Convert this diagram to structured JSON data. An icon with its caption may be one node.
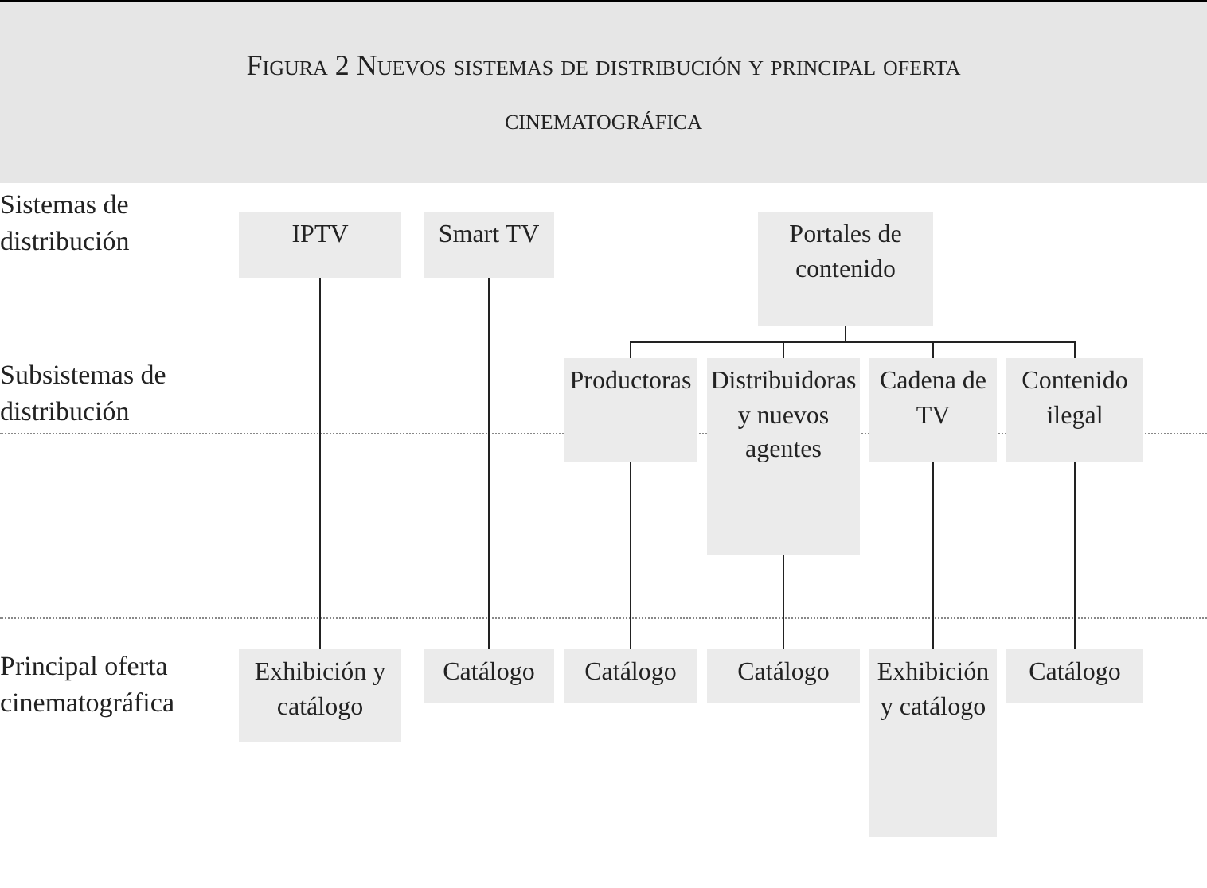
{
  "diagram": {
    "title": "Figura 2 Nuevos sistemas de distribución y principal oferta cinematográfica",
    "nodes": [
      {
        "text": [
          "IPTV"
        ]
      },
      {
        "text": [
          "Smart TV"
        ]
      },
      {
        "text": [
          "Portales de contenido"
        ]
      },
      {
        "text": [
          "Productoras"
        ]
      },
      {
        "text": [
          "Distribuidoras y nuevos agentes"
        ]
      },
      {
        "text": [
          "Cadena de TV"
        ]
      },
      {
        "text": [
          "Contenido ilegal"
        ]
      },
      {
        "text": [
          "Exhibición y catálogo"
        ]
      },
      {
        "text": [
          "Catálogo"
        ]
      },
      {
        "text": [
          "Catálogo"
        ]
      },
      {
        "text": [
          "Catálogo"
        ]
      },
      {
        "text": [
          "Exhibición y catálogo"
        ]
      },
      {
        "text": [
          "Catálogo"
        ]
      }
    ],
    "edges": [
      {
        "from": 0,
        "to": 7,
        "arrow": "none"
      },
      {
        "from": 1,
        "to": 8,
        "arrow": "none"
      },
      {
        "from": 2,
        "to": 3,
        "arrow": "none"
      },
      {
        "from": 2,
        "to": 4,
        "arrow": "none"
      },
      {
        "from": 2,
        "to": 5,
        "arrow": "none"
      },
      {
        "from": 2,
        "to": 6,
        "arrow": "none"
      },
      {
        "from": 3,
        "to": 9,
        "arrow": "none"
      },
      {
        "from": 4,
        "to": 10,
        "arrow": "none"
      },
      {
        "from": 5,
        "to": 11,
        "arrow": "none"
      },
      {
        "from": 6,
        "to": 12,
        "arrow": "none"
      }
    ],
    "labels": [
      "Sistemas de distribución",
      "Subsistemas de distribución",
      "Principal oferta cinematográfica"
    ]
  }
}
